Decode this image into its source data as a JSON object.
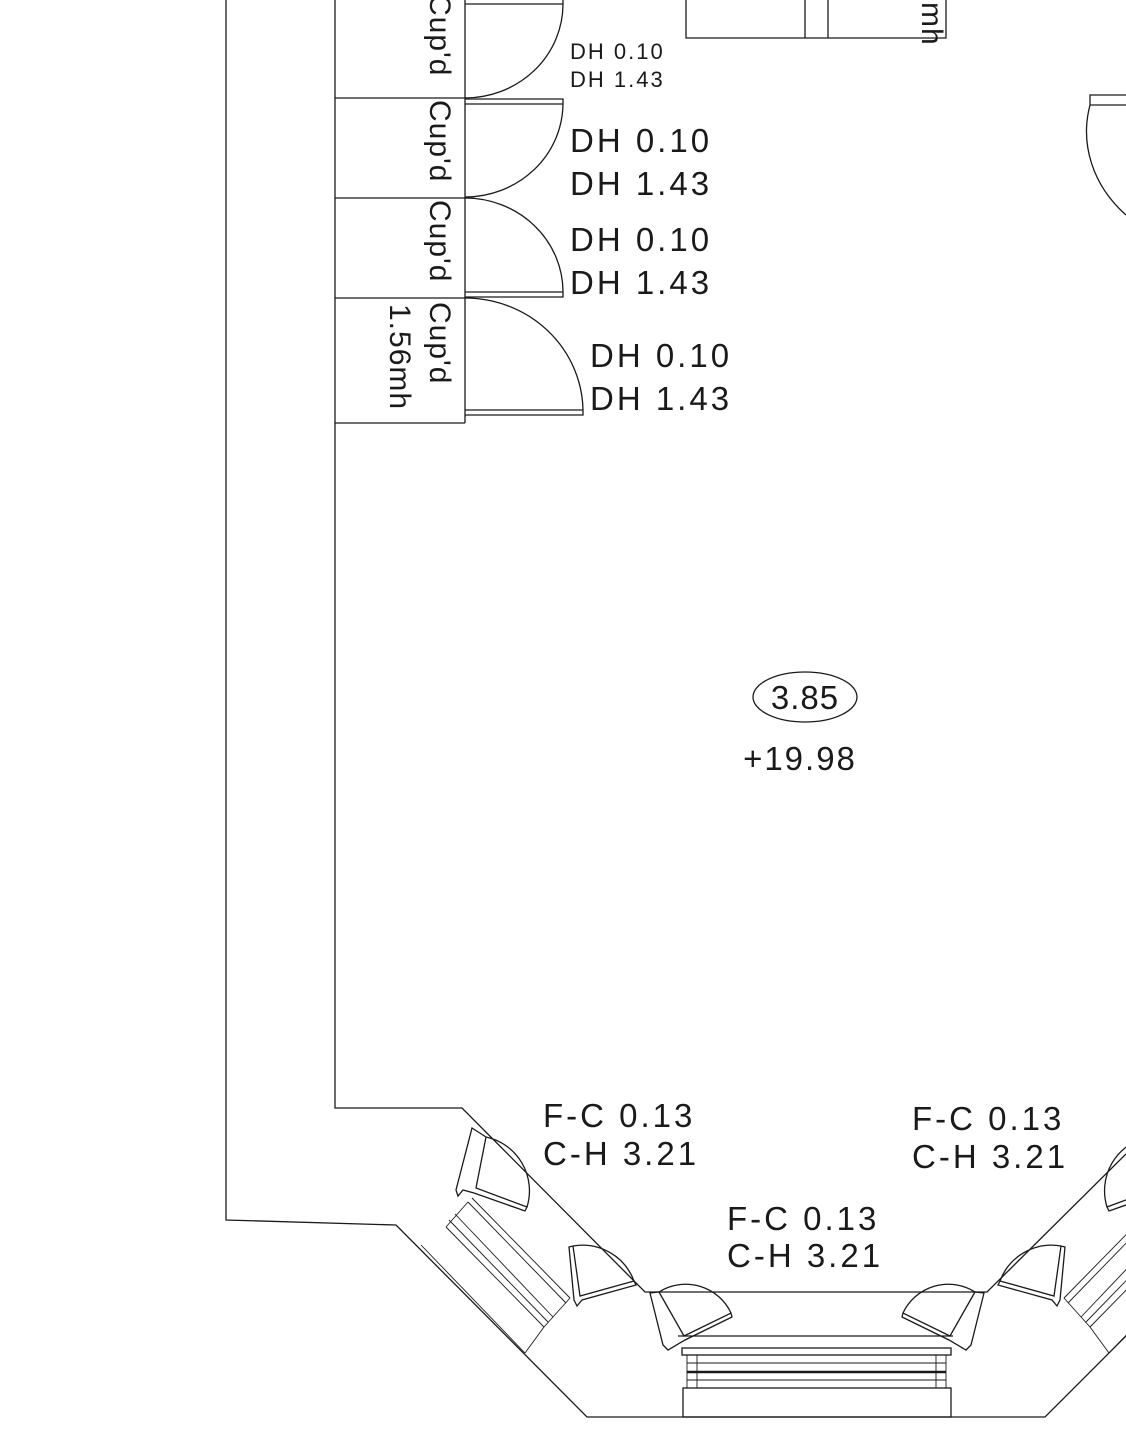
{
  "drawing": {
    "cupboards": [
      {
        "label": "Cup'd",
        "door": [
          "DH 0.10",
          "DH 1.43"
        ]
      },
      {
        "label": "Cup'd",
        "door": [
          "DH 0.10",
          "DH 1.43"
        ]
      },
      {
        "label": "Cup'd",
        "door": [
          "DH 0.10",
          "DH 1.43"
        ]
      },
      {
        "label": "Cup'd",
        "door": [
          "DH 0.10",
          "DH 1.43"
        ],
        "height": "1.56mh"
      }
    ],
    "top_box_label": "mh",
    "room": {
      "level_tag": "3.85",
      "elevation": "+19.98"
    },
    "windows": [
      {
        "fc": "F-C 0.13",
        "ch": "C-H 3.21"
      },
      {
        "fc": "F-C 0.13",
        "ch": "C-H 3.21"
      },
      {
        "fc": "F-C 0.13",
        "ch": "C-H 3.21"
      }
    ],
    "colors": {
      "line": "#1a1a1a",
      "background": "#ffffff"
    }
  }
}
